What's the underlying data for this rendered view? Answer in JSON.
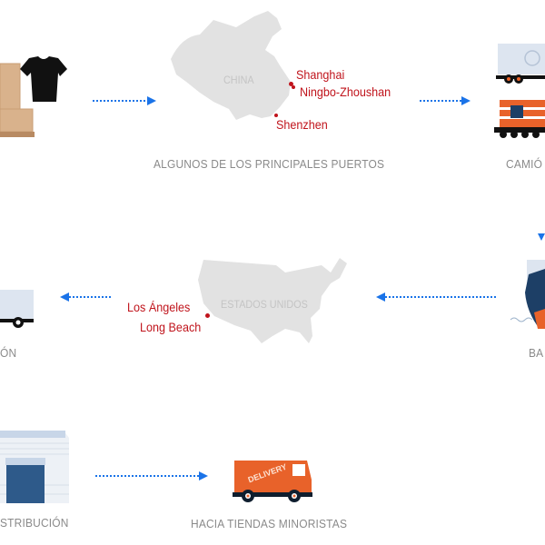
{
  "steps": {
    "china_caption": "ALGUNOS DE LOS PRINCIPALES PUERTOS",
    "transport_caption_partial": "CAMIÓ",
    "truck_caption_partial": "ÓN",
    "ship_caption_partial": "BA",
    "warehouse_caption_partial": "STRIBUCIÓN",
    "retail_caption": "HACIA TIENDAS MINORISTAS"
  },
  "china_map": {
    "label": "CHINA",
    "ports": [
      "Shanghai",
      "Ningbo-Zhoushan",
      "Shenzhen"
    ]
  },
  "us_map": {
    "label": "ESTADOS UNIDOS",
    "ports": [
      "Los Ángeles",
      "Long Beach"
    ]
  },
  "van": {
    "label": "DELIVERY"
  },
  "colors": {
    "arrow": "#1a73e8",
    "port": "#c0141c",
    "map": "#e2e2e2",
    "navy": "#1d3f66",
    "orange": "#e8622a"
  }
}
